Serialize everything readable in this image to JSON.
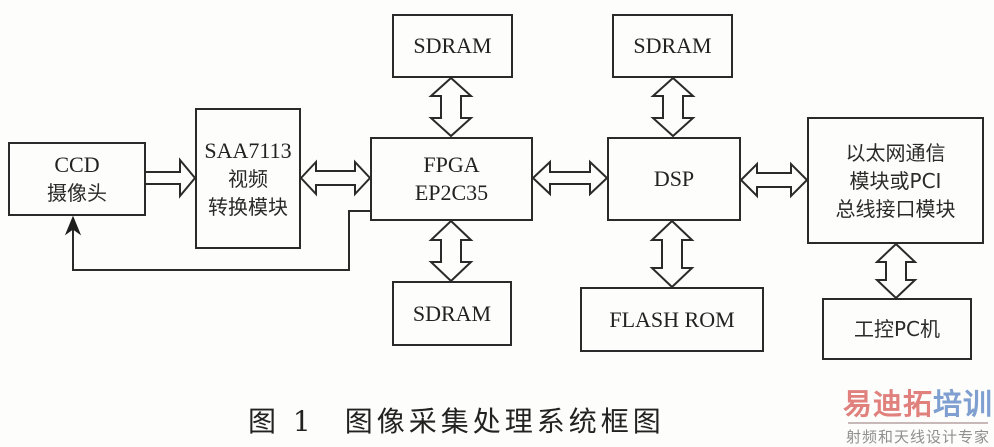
{
  "blocks": {
    "ccd": {
      "line1": "CCD",
      "line2": "摄像头"
    },
    "saa": {
      "line1": "SAA7113",
      "line2": "视频",
      "line3": "转换模块"
    },
    "fpga": {
      "line1": "FPGA",
      "line2": "EP2C35"
    },
    "sdram_fpga_top": {
      "label": "SDRAM"
    },
    "sdram_fpga_bottom": {
      "label": "SDRAM"
    },
    "sdram_dsp_top": {
      "label": "SDRAM"
    },
    "dsp": {
      "label": "DSP"
    },
    "flash": {
      "label": "FLASH ROM"
    },
    "ethernet": {
      "line1": "以太网通信",
      "line2": "模块或PCI",
      "line3": "总线接口模块"
    },
    "pc": {
      "label": "工控PC机"
    }
  },
  "connections": [
    {
      "from": "ccd",
      "to": "saa",
      "type": "one-way-bus"
    },
    {
      "from": "saa",
      "to": "fpga",
      "type": "two-way-bus"
    },
    {
      "from": "fpga",
      "to": "sdram_fpga_top",
      "type": "two-way-bus"
    },
    {
      "from": "fpga",
      "to": "sdram_fpga_bottom",
      "type": "two-way-bus"
    },
    {
      "from": "fpga",
      "to": "dsp",
      "type": "two-way-bus"
    },
    {
      "from": "dsp",
      "to": "sdram_dsp_top",
      "type": "two-way-bus"
    },
    {
      "from": "dsp",
      "to": "flash",
      "type": "two-way-bus"
    },
    {
      "from": "dsp",
      "to": "ethernet",
      "type": "two-way-bus"
    },
    {
      "from": "ethernet",
      "to": "pc",
      "type": "two-way-bus"
    },
    {
      "from": "fpga",
      "to": "ccd",
      "type": "control-line"
    }
  ],
  "caption": {
    "number": "图 1",
    "title": "图像采集处理系统框图"
  },
  "watermark": {
    "part1": "易迪拓",
    "part2": "培训",
    "subtitle": "射频和天线设计专家",
    "color_red": "#e0817e",
    "color_blue": "#7f9fd0"
  }
}
